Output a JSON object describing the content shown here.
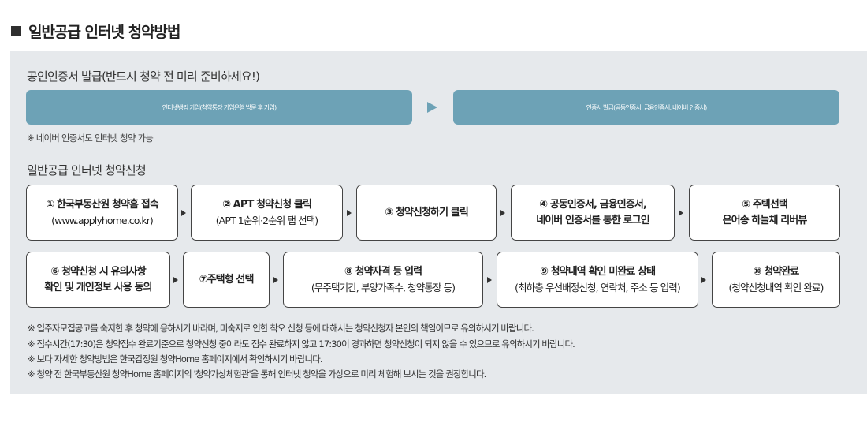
{
  "header": {
    "title": "일반공급 인터넷 청약방법"
  },
  "cert_section": {
    "title": "공인인증서 발급(반드시 청약 전 미리 준비하세요!)",
    "step_a": "인터넷뱅킹 가입(청약통장 가입은행 방문 후 가입)",
    "step_b": "인증서 발급(공동인증서, 금융인증서, 네이버 인증서)",
    "note": "※ 네이버 인증서도 인터넷 청약 가능"
  },
  "apply_section": {
    "title": "일반공급 인터넷 청약신청",
    "steps": [
      {
        "l1": "① 한국부동산원 청약홈 접속",
        "l2": "(www.applyhome.co.kr)"
      },
      {
        "l1": "② APT 청약신청 클릭",
        "l2": "(APT 1순위·2순위 탭 선택)"
      },
      {
        "l1": "③ 청약신청하기 클릭",
        "l2": ""
      },
      {
        "l1": "④ 공동인증서, 금융인증서,",
        "l2": "네이버 인증서를 통한 로그인"
      },
      {
        "l1": "⑤ 주택선택",
        "l2": "은어송 하늘채 리버뷰"
      },
      {
        "l1": "⑥ 청약신청 시 유의사항",
        "l2": "확인 및 개인정보 사용 동의"
      },
      {
        "l1": "⑦주택형 선택",
        "l2": ""
      },
      {
        "l1": "⑧ 청약자격 등 입력",
        "l2": "(무주택기간, 부양가족수, 청약통장 등)"
      },
      {
        "l1": "⑨ 청약내역 확인 미완료 상태",
        "l2": "(최하층 우선배정신청, 연락처, 주소 등 입력)"
      },
      {
        "l1": "⑩ 청약완료",
        "l2": "(청약신청내역 확인 완료)"
      }
    ]
  },
  "footnotes": [
    "※ 입주자모집공고를 숙지한 후 청약에 응하시기 바라며, 미숙지로 인한 착오 신청 등에 대해서는 청약신청자 본인의 책임이므로 유의하시기 바랍니다.",
    "※ 접수시간(17:30)은 청약접수 완료기준으로 청약신청 중이라도 접수 완료하지 않고 17:30이 경과하면 청약신청이 되지 않을 수 있으므로 유의하시기 바랍니다.",
    "※ 보다 자세한 청약방법은 한국감정원 청약Home 홈페이지에서 확인하시기 바랍니다.",
    "※ 청약 전 한국부동산원 청약Home 홈페이지의 '청약가상체험관'을 통해 인터넷 청약을 가상으로 미리 체험해 보시는 것을 권장합니다."
  ]
}
